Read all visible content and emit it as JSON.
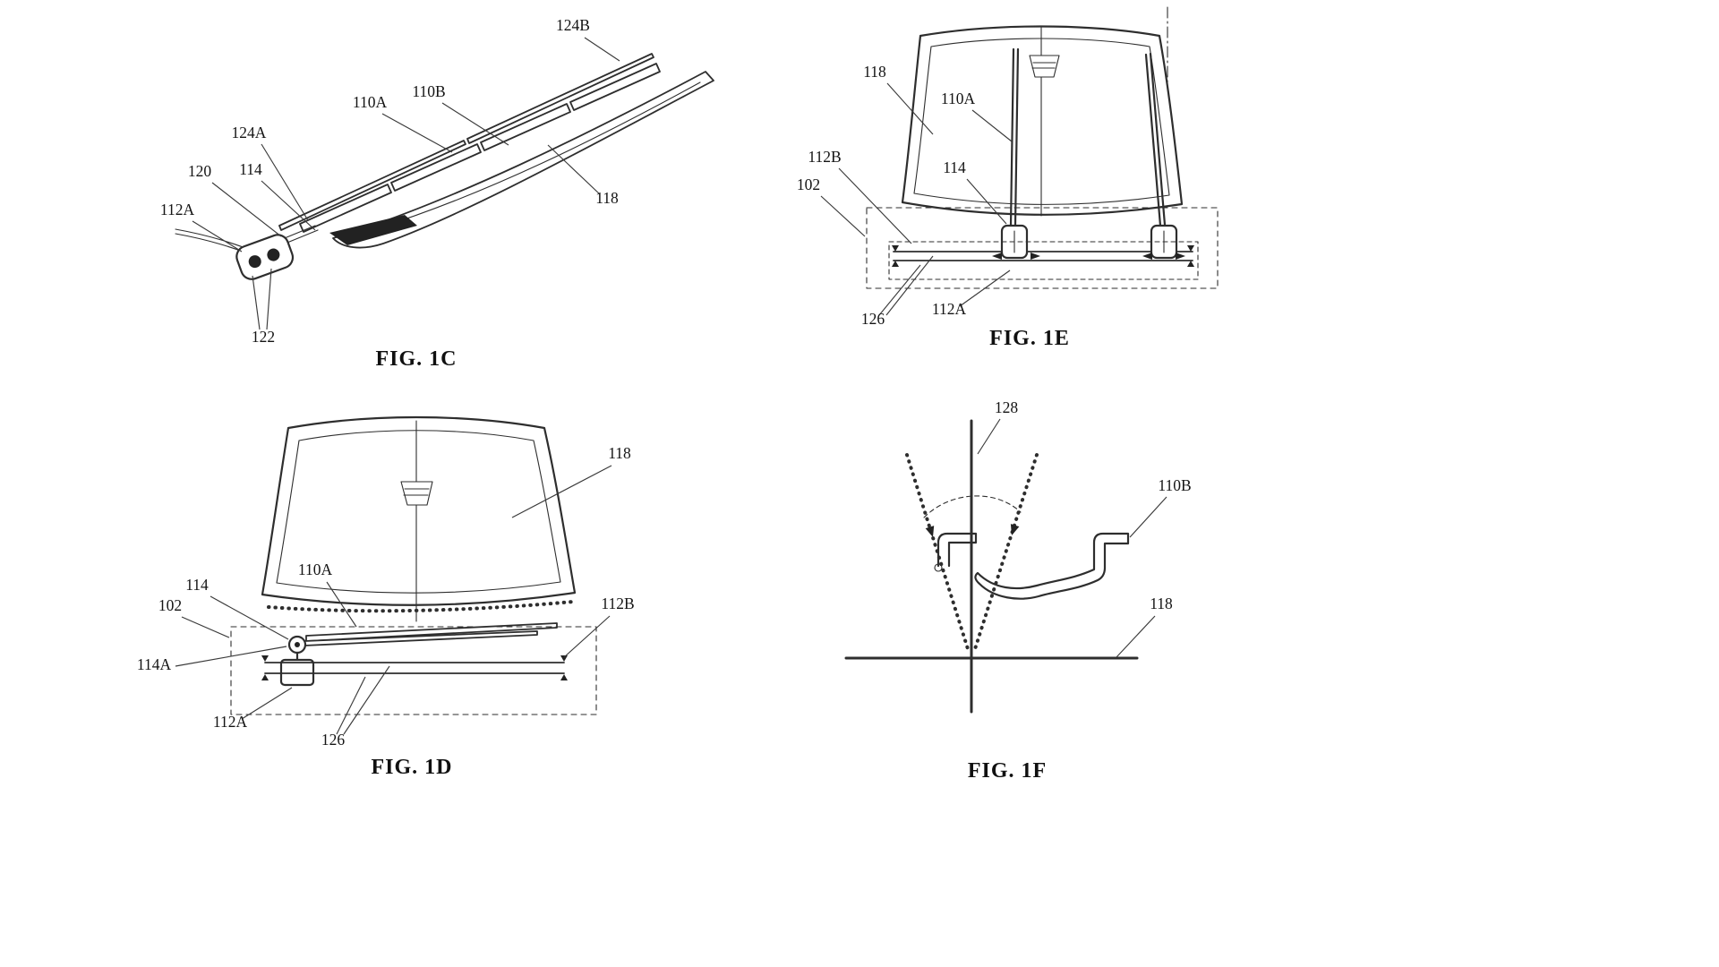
{
  "page": {
    "background": "#ffffff",
    "ink": "#2e2e2e"
  },
  "figures": {
    "fig1c": {
      "caption": "FIG. 1C",
      "labels": {
        "124B": "124B",
        "110A": "110A",
        "110B": "110B",
        "124A": "124A",
        "114": "114",
        "120": "120",
        "112A": "112A",
        "118": "118",
        "122": "122"
      }
    },
    "fig1e": {
      "caption": "FIG. 1E",
      "labels": {
        "118": "118",
        "110A": "110A",
        "112B": "112B",
        "102": "102",
        "114": "114",
        "126": "126",
        "112A": "112A"
      }
    },
    "fig1d": {
      "caption": "FIG. 1D",
      "labels": {
        "118": "118",
        "114": "114",
        "110A": "110A",
        "102": "102",
        "112B": "112B",
        "114A": "114A",
        "112A": "112A",
        "126": "126"
      }
    },
    "fig1f": {
      "caption": "FIG. 1F",
      "labels": {
        "128": "128",
        "110B": "110B",
        "118": "118"
      }
    }
  }
}
